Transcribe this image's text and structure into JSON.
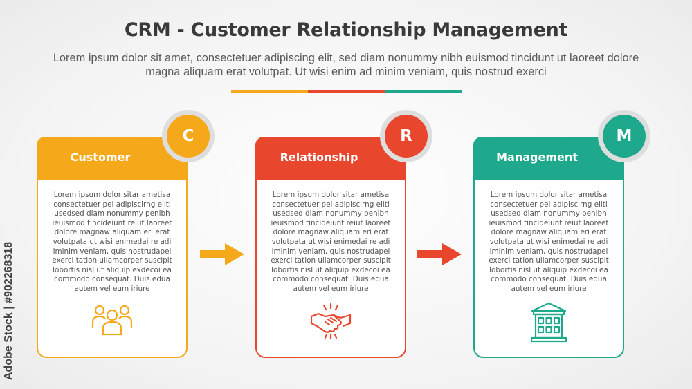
{
  "title": "CRM - Customer Relationship Management",
  "subtitle": "Lorem ipsum dolor sit amet, consectetuer adipiscing elit, sed diam nonummy nibh euismod tincidunt ut laoreet dolore magna aliquam erat volutpat. Ut wisi enim ad minim veniam, quis nostrud exerci",
  "colors": {
    "yellow": "#f6a81b",
    "red": "#e8472e",
    "teal": "#1ea98d"
  },
  "cards": [
    {
      "letter": "C",
      "label": "Customer",
      "body": "Lorem ipsum dolor sitar ametisa consectetuer pel adipiscirng eliti usedsed diam nonummy penibh ieuismod tincideiunt reiut laoreet dolore magnaw aliquam eri erat volutpata ut wisi enimedai re adi iminim veniam, quis nostrudapei exerci tation ullamcorper suscipit lobortis nisl ut aliquip exdecoi ea commodo consequat. Duis edua autem vel eum iriure",
      "icon": "users-icon"
    },
    {
      "letter": "R",
      "label": "Relationship",
      "body": "Lorem ipsum dolor sitar ametisa consectetuer pel adipiscirng eliti usedsed diam nonummy penibh ieuismod tincideiunt reiut laoreet dolore magnaw aliquam eri erat volutpata ut wisi enimedai re adi iminim veniam, quis nostrudapei exerci tation ullamcorper suscipit lobortis nisl ut aliquip exdecoi ea commodo consequat. Duis edua autem vel eum iriure",
      "icon": "handshake-icon"
    },
    {
      "letter": "M",
      "label": "Management",
      "body": "Lorem ipsum dolor sitar ametisa consectetuer pel adipiscirng eliti usedsed diam nonummy penibh ieuismod tincideiunt reiut laoreet dolore magnaw aliquam eri erat volutpata ut wisi enimedai re adi iminim veniam, quis nostrudapei exerci tation ullamcorper suscipit lobortis nisl ut aliquip exdecoi ea commodo consequat. Duis edua autem vel eum iriure",
      "icon": "building-icon"
    }
  ],
  "watermark": "Adobe Stock | #902268318"
}
